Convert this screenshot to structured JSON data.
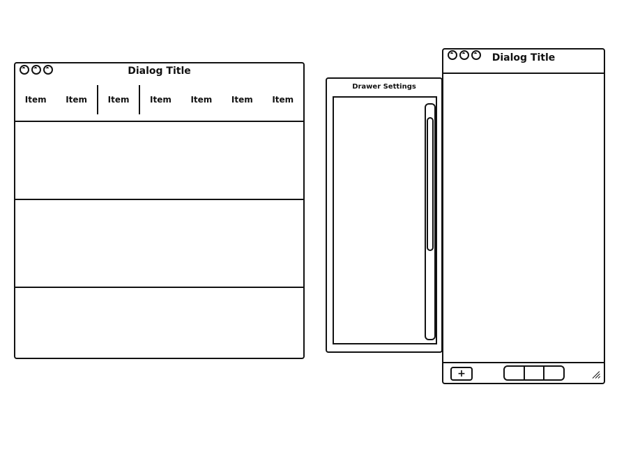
{
  "left_dialog": {
    "title": "Dialog Title",
    "tabs": [
      "Item",
      "Item",
      "Item",
      "Item",
      "Item",
      "Item",
      "Item"
    ],
    "active_tab_index": 2
  },
  "drawer": {
    "title": "Drawer Settings"
  },
  "right_dialog": {
    "title": "Dialog Title",
    "footer": {
      "add_label": "+"
    }
  },
  "icons": {
    "window_controls": "traffic-light-icons",
    "resize": "resize-grip-icon"
  }
}
